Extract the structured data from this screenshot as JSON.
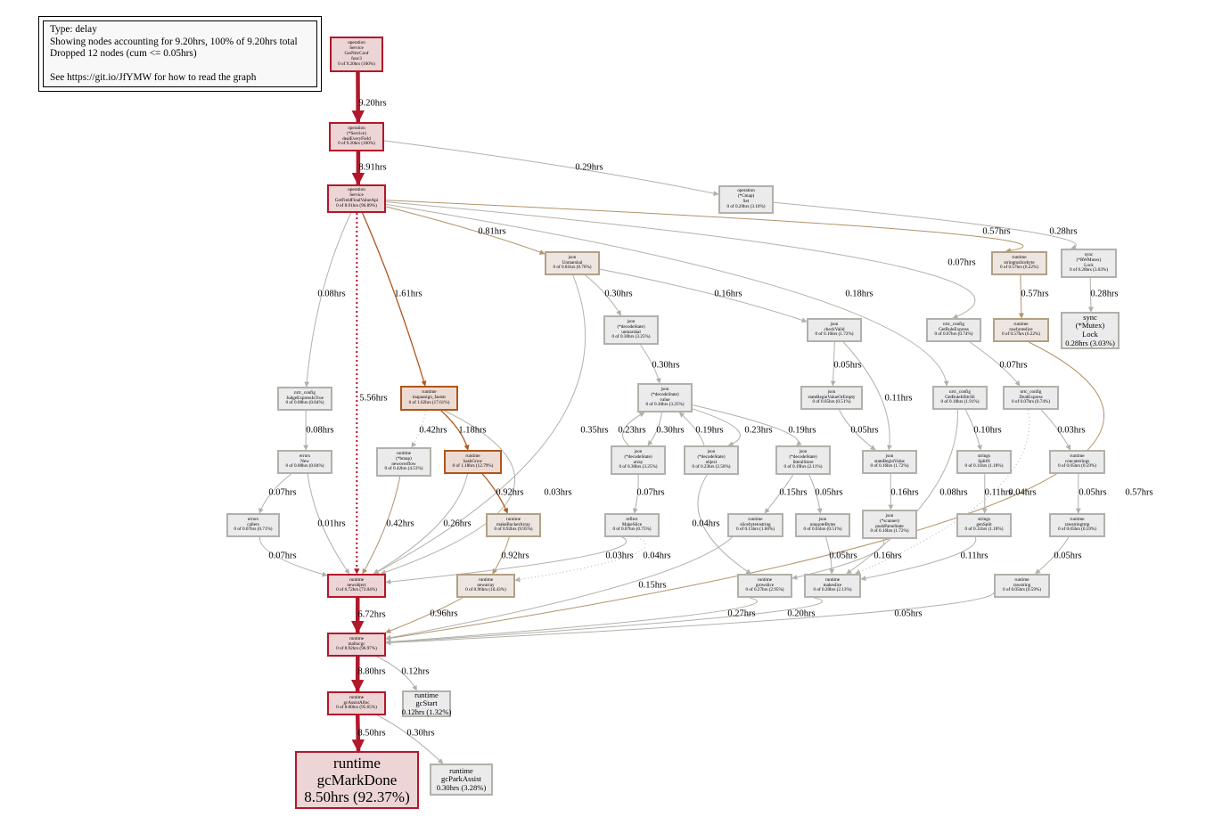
{
  "legend": {
    "lines": [
      "Type: delay",
      "Showing nodes accounting for 9.20hrs, 100% of 9.20hrs total",
      "Dropped 12 nodes (cum <= 0.05hrs)",
      "",
      "See https://git.io/JfYMW for how to read the graph"
    ]
  },
  "colors": {
    "hot_border": "#b2182b",
    "hot_fill": "#edd5d5",
    "warm_border": "#b2551b",
    "warm_fill": "#eddbd3",
    "tan_border": "#b2a085",
    "tan_fill": "#ede6e0",
    "cold_border": "#b2b0aa",
    "cold_fill": "#ebebeb",
    "hot_edge": "#b2182b",
    "warm_edge": "#b2551b",
    "tan_edge": "#b2936a",
    "cold_edge": "#b2b0aa"
  },
  "nodes": [
    {
      "id": "func3",
      "lines": [
        "operation",
        "Service",
        "GetNrtcConf",
        "func3",
        "0 of 9.20hrs (100%)"
      ],
      "tone": "hot"
    },
    {
      "id": "dealEveryField",
      "lines": [
        "operation",
        "(*Service)",
        "dealEveryField",
        "0 of 9.20hrs (100%)"
      ],
      "tone": "hot"
    },
    {
      "id": "GetFieldFinalValueApi",
      "lines": [
        "operation",
        "Service",
        "GetFieldFinalValueApi",
        "0 of 8.91hrs (96.89%)"
      ],
      "tone": "hot"
    },
    {
      "id": "CmapSet",
      "lines": [
        "operation",
        "(*Cmap)",
        "Set",
        "0 of 0.29hrs (3.10%)"
      ],
      "tone": "cold"
    },
    {
      "id": "Unmarshal",
      "lines": [
        "json",
        "Unmarshal",
        "0 of 0.81hrs (8.76%)"
      ],
      "tone": "tan"
    },
    {
      "id": "stringtoslicebyte",
      "lines": [
        "runtime",
        "stringtoslicebyte",
        "0 of 0.57hrs (6.22%)"
      ],
      "tone": "tan"
    },
    {
      "id": "RWMutexLock",
      "lines": [
        "sync",
        "(*RWMutex)",
        "Lock",
        "0 of 0.28hrs (3.03%)"
      ],
      "tone": "cold"
    },
    {
      "id": "decodeUnmarshal",
      "lines": [
        "json",
        "(*decodeState)",
        "unmarshal",
        "0 of 0.30hrs (3.25%)"
      ],
      "tone": "cold"
    },
    {
      "id": "checkValid",
      "lines": [
        "json",
        "checkValid",
        "0 of 0.16hrs (1.72%)"
      ],
      "tone": "cold"
    },
    {
      "id": "GetRuleExpress",
      "lines": [
        "nrtc_config",
        "GetRuleExpress",
        "0 of 0.07hrs (0.74%)"
      ],
      "tone": "cold"
    },
    {
      "id": "rawbyteslice",
      "lines": [
        "runtime",
        "rawbyteslice",
        "0 of 0.57hrs (6.22%)"
      ],
      "tone": "tan"
    },
    {
      "id": "MutexLock",
      "lines": [
        "sync",
        "(*Mutex)",
        "Lock",
        "0.28hrs (3.03%)"
      ],
      "tone": "cold",
      "big": true
    },
    {
      "id": "JudgeExpressIsTrue",
      "lines": [
        "nrtc_config",
        "JudgeExpressIsTrue",
        "0 of 0.08hrs (0.84%)"
      ],
      "tone": "cold"
    },
    {
      "id": "mapassign",
      "lines": [
        "runtime",
        "mapassign_faststr",
        "0 of 1.62hrs (17.61%)"
      ],
      "tone": "warm"
    },
    {
      "id": "decodeValue",
      "lines": [
        "json",
        "(*decodeState)",
        "value",
        "0 of 0.30hrs (3.25%)"
      ],
      "tone": "cold"
    },
    {
      "id": "stateBeginValueOrEmpty",
      "lines": [
        "json",
        "stateBeginValueOrEmpty",
        "0 of 0.05hrs (0.51%)"
      ],
      "tone": "cold"
    },
    {
      "id": "GetRuleIdStrSli",
      "lines": [
        "nrtc_config",
        "GetRuleIdStrSli",
        "0 of 0.18hrs (1.91%)"
      ],
      "tone": "cold"
    },
    {
      "id": "DealExpress",
      "lines": [
        "nrtc_config",
        "DealExpress",
        "0 of 0.07hrs (0.74%)"
      ],
      "tone": "cold"
    },
    {
      "id": "errorsNew",
      "lines": [
        "errors",
        "New",
        "0 of 0.08hrs (0.84%)"
      ],
      "tone": "cold"
    },
    {
      "id": "newoverflow",
      "lines": [
        "runtime",
        "(*bmap)",
        "newoverflow",
        "0 of 0.42hrs (4.53%)"
      ],
      "tone": "cold"
    },
    {
      "id": "hashGrow",
      "lines": [
        "runtime",
        "hashGrow",
        "0 of 1.18hrs (12.79%)"
      ],
      "tone": "warm"
    },
    {
      "id": "decodeArray",
      "lines": [
        "json",
        "(*decodeState)",
        "array",
        "0 of 0.30hrs (3.25%)"
      ],
      "tone": "cold"
    },
    {
      "id": "decodeObject",
      "lines": [
        "json",
        "(*decodeState)",
        "object",
        "0 of 0.23hrs (2.50%)"
      ],
      "tone": "cold"
    },
    {
      "id": "literalStore",
      "lines": [
        "json",
        "(*decodeState)",
        "literalStore",
        "0 of 0.19hrs (2.11%)"
      ],
      "tone": "cold"
    },
    {
      "id": "stateBeginValue",
      "lines": [
        "json",
        "stateBeginValue",
        "0 of 0.16hrs (1.72%)"
      ],
      "tone": "cold"
    },
    {
      "id": "SplitN",
      "lines": [
        "strings",
        "SplitN",
        "0 of 0.11hrs (1.18%)"
      ],
      "tone": "cold"
    },
    {
      "id": "concatstrings",
      "lines": [
        "runtime",
        "concatstrings",
        "0 of 0.05hrs (0.59%)"
      ],
      "tone": "cold"
    },
    {
      "id": "errorsCallers",
      "lines": [
        "errors",
        "callers",
        "0 of 0.07hrs (0.71%)"
      ],
      "tone": "cold"
    },
    {
      "id": "makeBucketArray",
      "lines": [
        "runtime",
        "makeBucketArray",
        "0 of 0.92hrs (9.95%)"
      ],
      "tone": "tan"
    },
    {
      "id": "MakeSlice",
      "lines": [
        "reflect",
        "MakeSlice",
        "0 of 0.07hrs (0.75%)"
      ],
      "tone": "cold"
    },
    {
      "id": "slicebytetostring",
      "lines": [
        "runtime",
        "slicebytetostring",
        "0 of 0.15hrs (1.60%)"
      ],
      "tone": "cold"
    },
    {
      "id": "unquoteBytes",
      "lines": [
        "json",
        "unquoteBytes",
        "0 of 0.05hrs (0.51%)"
      ],
      "tone": "cold"
    },
    {
      "id": "pushParseState",
      "lines": [
        "json",
        "(*scanner)",
        "pushParseState",
        "0 of 0.16hrs (1.72%)"
      ],
      "tone": "cold"
    },
    {
      "id": "genSplit",
      "lines": [
        "strings",
        "genSplit",
        "0 of 0.11hrs (1.18%)"
      ],
      "tone": "cold"
    },
    {
      "id": "rawstringtmp",
      "lines": [
        "runtime",
        "rawstringtmp",
        "0 of 0.05hrs (0.59%)"
      ],
      "tone": "cold"
    },
    {
      "id": "newobject",
      "lines": [
        "runtime",
        "newobject",
        "0 of 6.72hrs (73.04%)"
      ],
      "tone": "hot"
    },
    {
      "id": "newarray",
      "lines": [
        "runtime",
        "newarray",
        "0 of 0.96hrs (10.43%)"
      ],
      "tone": "tan"
    },
    {
      "id": "growslice",
      "lines": [
        "runtime",
        "growslice",
        "0 of 0.27hrs (2.95%)"
      ],
      "tone": "cold"
    },
    {
      "id": "makeslice",
      "lines": [
        "runtime",
        "makeslice",
        "0 of 0.20hrs (2.13%)"
      ],
      "tone": "cold"
    },
    {
      "id": "rawstring",
      "lines": [
        "runtime",
        "rawstring",
        "0 of 0.05hrs (0.59%)"
      ],
      "tone": "cold"
    },
    {
      "id": "mallocgc",
      "lines": [
        "runtime",
        "mallocgc",
        "0 of 8.92hrs (96.97%)"
      ],
      "tone": "hot"
    },
    {
      "id": "gcStart",
      "lines": [
        "runtime",
        "gcStart",
        "0.12hrs (1.32%)"
      ],
      "tone": "cold",
      "big": true
    },
    {
      "id": "gcAssistAlloc",
      "lines": [
        "runtime",
        "gcAssistAlloc",
        "0 of 8.80hrs (95.65%)"
      ],
      "tone": "hot"
    },
    {
      "id": "gcMarkDone",
      "lines": [
        "runtime",
        "gcMarkDone",
        "8.50hrs (92.37%)"
      ],
      "tone": "hot",
      "huge": true
    },
    {
      "id": "gcParkAssist",
      "lines": [
        "runtime",
        "gcParkAssist",
        "0.30hrs (3.28%)"
      ],
      "tone": "cold",
      "big": true
    }
  ],
  "edges": [
    {
      "from": "func3",
      "to": "dealEveryField",
      "label": "9.20hrs",
      "tone": "hot"
    },
    {
      "from": "dealEveryField",
      "to": "GetFieldFinalValueApi",
      "label": "8.91hrs",
      "tone": "hot"
    },
    {
      "from": "dealEveryField",
      "to": "CmapSet",
      "label": "0.29hrs",
      "tone": "cold"
    },
    {
      "from": "CmapSet",
      "to": "RWMutexLock",
      "label": "0.28hrs",
      "tone": "cold"
    },
    {
      "from": "GetFieldFinalValueApi",
      "to": "Unmarshal",
      "label": "0.81hrs",
      "tone": "tan"
    },
    {
      "from": "GetFieldFinalValueApi",
      "to": "stringtoslicebyte",
      "label": "0.57hrs",
      "tone": "tan"
    },
    {
      "from": "GetFieldFinalValueApi",
      "to": "GetRuleExpress",
      "label": "0.07hrs",
      "tone": "cold"
    },
    {
      "from": "GetFieldFinalValueApi",
      "to": "GetRuleIdStrSli",
      "label": "0.18hrs",
      "tone": "cold"
    },
    {
      "from": "GetFieldFinalValueApi",
      "to": "JudgeExpressIsTrue",
      "label": "0.08hrs",
      "tone": "cold"
    },
    {
      "from": "GetFieldFinalValueApi",
      "to": "mapassign",
      "label": "1.61hrs",
      "tone": "warm"
    },
    {
      "from": "GetFieldFinalValueApi",
      "to": "newobject",
      "label": "5.56hrs",
      "tone": "hot",
      "dotted": true
    },
    {
      "from": "Unmarshal",
      "to": "decodeUnmarshal",
      "label": "0.30hrs",
      "tone": "cold"
    },
    {
      "from": "Unmarshal",
      "to": "checkValid",
      "label": "0.16hrs",
      "tone": "cold"
    },
    {
      "from": "Unmarshal",
      "to": "newobject",
      "label": "0.35hrs",
      "tone": "cold"
    },
    {
      "from": "stringtoslicebyte",
      "to": "rawbyteslice",
      "label": "0.57hrs",
      "tone": "tan"
    },
    {
      "from": "RWMutexLock",
      "to": "MutexLock",
      "label": "0.28hrs",
      "tone": "cold"
    },
    {
      "from": "decodeUnmarshal",
      "to": "decodeValue",
      "label": "0.30hrs",
      "tone": "cold"
    },
    {
      "from": "checkValid",
      "to": "stateBeginValueOrEmpty",
      "label": "0.05hrs",
      "tone": "cold"
    },
    {
      "from": "checkValid",
      "to": "stateBeginValue",
      "label": "0.11hrs",
      "tone": "cold"
    },
    {
      "from": "GetRuleExpress",
      "to": "DealExpress",
      "label": "0.07hrs",
      "tone": "cold"
    },
    {
      "from": "rawbyteslice",
      "to": "mallocgc",
      "label": "0.57hrs",
      "tone": "tan"
    },
    {
      "from": "JudgeExpressIsTrue",
      "to": "errorsNew",
      "label": "0.08hrs",
      "tone": "cold"
    },
    {
      "from": "mapassign",
      "to": "newoverflow",
      "label": "0.42hrs",
      "tone": "cold",
      "dotted": true
    },
    {
      "from": "mapassign",
      "to": "hashGrow",
      "label": "1.18hrs",
      "tone": "warm"
    },
    {
      "from": "mapassign",
      "to": "newobject",
      "label": "0.03hrs",
      "tone": "cold"
    },
    {
      "from": "decodeValue",
      "to": "decodeArray",
      "label": "0.30hrs",
      "tone": "cold"
    },
    {
      "from": "decodeArray",
      "to": "decodeValue",
      "label": "0.23hrs",
      "tone": "cold"
    },
    {
      "from": "decodeObject",
      "to": "decodeValue",
      "label": "0.19hrs",
      "tone": "cold"
    },
    {
      "from": "decodeValue",
      "to": "decodeObject",
      "label": "0.23hrs",
      "tone": "cold"
    },
    {
      "from": "decodeValue",
      "to": "literalStore",
      "label": "0.19hrs",
      "tone": "cold"
    },
    {
      "from": "stateBeginValueOrEmpty",
      "to": "stateBeginValue",
      "label": "0.05hrs",
      "tone": "cold"
    },
    {
      "from": "GetRuleIdStrSli",
      "to": "SplitN",
      "label": "0.10hrs",
      "tone": "cold"
    },
    {
      "from": "GetRuleIdStrSli",
      "to": "makeslice",
      "label": "0.08hrs",
      "tone": "cold"
    },
    {
      "from": "DealExpress",
      "to": "concatstrings",
      "label": "0.03hrs",
      "tone": "cold"
    },
    {
      "from": "DealExpress",
      "to": "makeslice",
      "label": "0.04hrs",
      "tone": "cold",
      "dotted": true
    },
    {
      "from": "errorsNew",
      "to": "errorsCallers",
      "label": "0.07hrs",
      "tone": "cold"
    },
    {
      "from": "errorsNew",
      "to": "newobject",
      "label": "0.01hrs",
      "tone": "cold"
    },
    {
      "from": "newoverflow",
      "to": "newobject",
      "label": "0.42hrs",
      "tone": "tan"
    },
    {
      "from": "hashGrow",
      "to": "newobject",
      "label": "0.26hrs",
      "tone": "cold"
    },
    {
      "from": "hashGrow",
      "to": "makeBucketArray",
      "label": "0.92hrs",
      "tone": "warm"
    },
    {
      "from": "decodeArray",
      "to": "MakeSlice",
      "label": "0.07hrs",
      "tone": "cold"
    },
    {
      "from": "decodeObject",
      "to": "growslice",
      "label": "0.04hrs",
      "tone": "cold"
    },
    {
      "from": "literalStore",
      "to": "slicebytetostring",
      "label": "0.15hrs",
      "tone": "cold"
    },
    {
      "from": "literalStore",
      "to": "unquoteBytes",
      "label": "0.05hrs",
      "tone": "cold"
    },
    {
      "from": "stateBeginValue",
      "to": "pushParseState",
      "label": "0.16hrs",
      "tone": "cold"
    },
    {
      "from": "SplitN",
      "to": "genSplit",
      "label": "0.11hrs",
      "tone": "cold"
    },
    {
      "from": "concatstrings",
      "to": "rawstringtmp",
      "label": "0.05hrs",
      "tone": "cold"
    },
    {
      "from": "errorsCallers",
      "to": "newobject",
      "label": "0.07hrs",
      "tone": "cold"
    },
    {
      "from": "makeBucketArray",
      "to": "newarray",
      "label": "0.92hrs",
      "tone": "tan"
    },
    {
      "from": "MakeSlice",
      "to": "newobject",
      "label": "0.03hrs",
      "tone": "cold"
    },
    {
      "from": "MakeSlice",
      "to": "newarray",
      "label": "0.04hrs",
      "tone": "cold",
      "dotted": true
    },
    {
      "from": "slicebytetostring",
      "to": "mallocgc",
      "label": "0.15hrs",
      "tone": "cold"
    },
    {
      "from": "unquoteBytes",
      "to": "makeslice",
      "label": "0.05hrs",
      "tone": "cold"
    },
    {
      "from": "pushParseState",
      "to": "growslice",
      "label": "0.16hrs",
      "tone": "cold"
    },
    {
      "from": "genSplit",
      "to": "makeslice",
      "label": "0.11hrs",
      "tone": "cold"
    },
    {
      "from": "rawstringtmp",
      "to": "rawstring",
      "label": "0.05hrs",
      "tone": "cold"
    },
    {
      "from": "newobject",
      "to": "mallocgc",
      "label": "6.72hrs",
      "tone": "hot"
    },
    {
      "from": "newarray",
      "to": "mallocgc",
      "label": "0.96hrs",
      "tone": "tan"
    },
    {
      "from": "growslice",
      "to": "mallocgc",
      "label": "0.27hrs",
      "tone": "cold"
    },
    {
      "from": "makeslice",
      "to": "mallocgc",
      "label": "0.20hrs",
      "tone": "cold"
    },
    {
      "from": "rawstring",
      "to": "mallocgc",
      "label": "0.05hrs",
      "tone": "cold"
    },
    {
      "from": "mallocgc",
      "to": "gcAssistAlloc",
      "label": "8.80hrs",
      "tone": "hot"
    },
    {
      "from": "mallocgc",
      "to": "gcStart",
      "label": "0.12hrs",
      "tone": "cold"
    },
    {
      "from": "gcAssistAlloc",
      "to": "gcMarkDone",
      "label": "8.50hrs",
      "tone": "hot"
    },
    {
      "from": "gcAssistAlloc",
      "to": "gcParkAssist",
      "label": "0.30hrs",
      "tone": "cold"
    }
  ]
}
